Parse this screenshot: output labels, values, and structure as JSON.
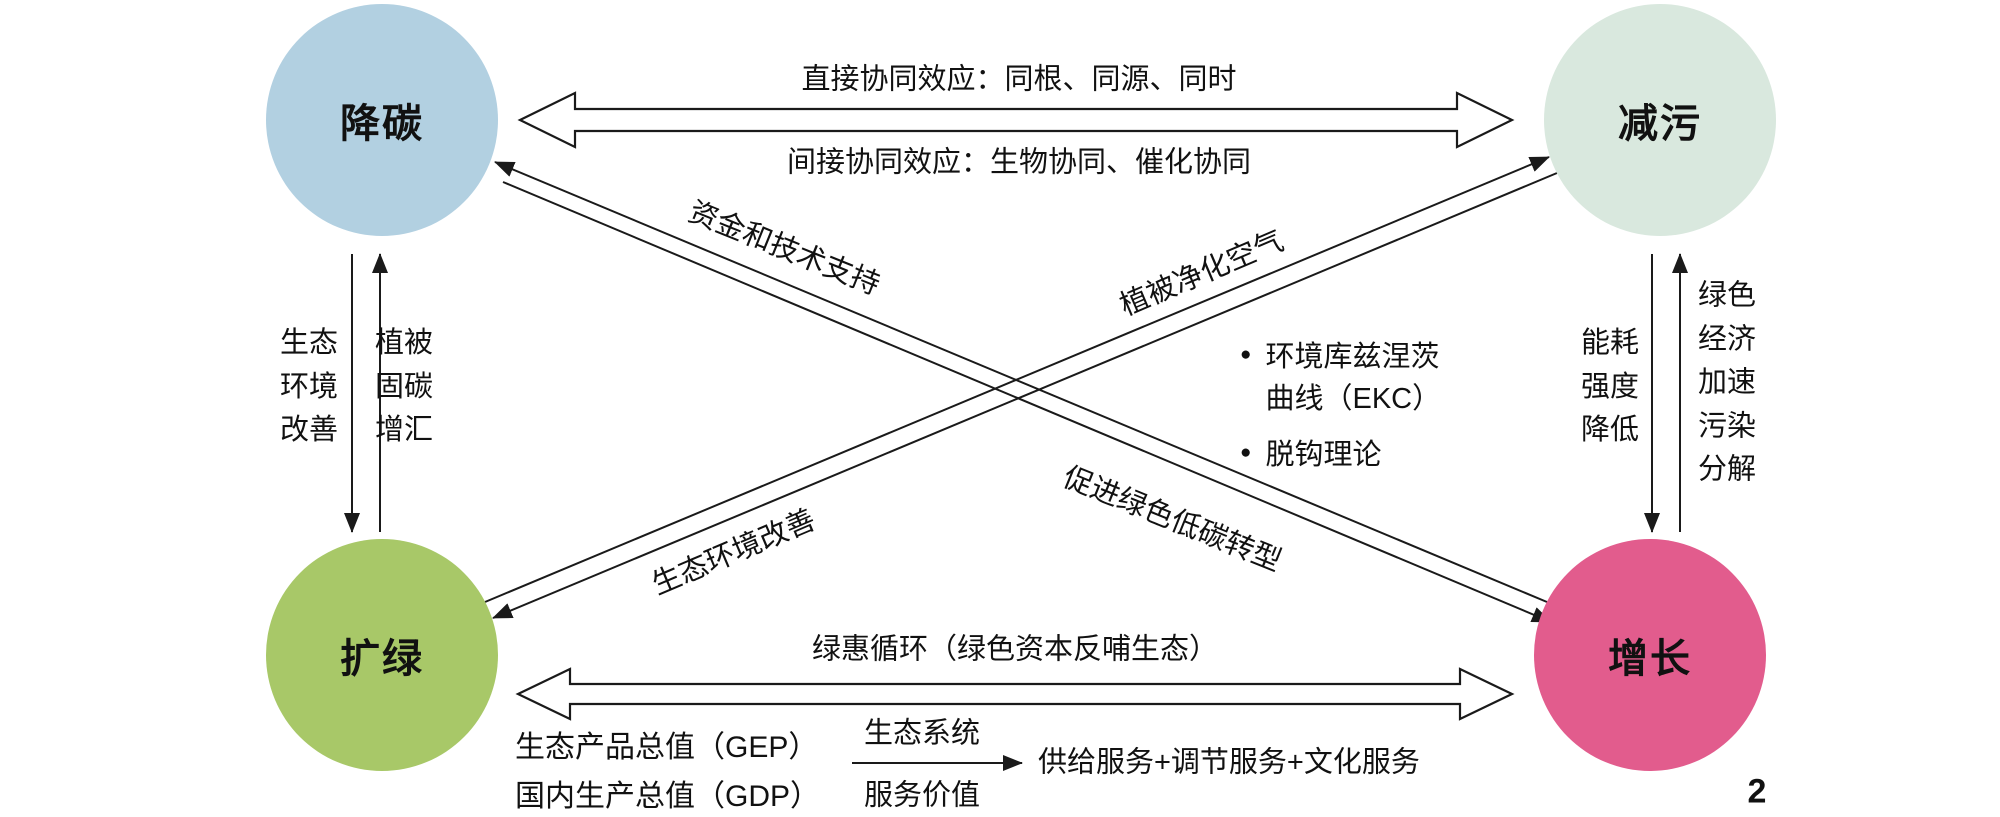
{
  "page_number": "2",
  "nodes": {
    "carbon": {
      "label": "降碳",
      "color": "#b2d0e1"
    },
    "pollution": {
      "label": "减污",
      "color": "#d9e8de"
    },
    "green": {
      "label": "扩绿",
      "color": "#a8c868"
    },
    "growth": {
      "label": "增长",
      "color": "#e25c8d"
    }
  },
  "top_edge": {
    "above": "直接协同效应：同根、同源、同时",
    "below": "间接协同效应：生物协同、催化协同"
  },
  "left_edge": {
    "down": "生态\n环境\n改善",
    "up": "植被\n固碳\n增汇"
  },
  "right_edge": {
    "down": "能耗\n强度\n降低",
    "up": "绿色\n经济\n加速\n污染\n分解"
  },
  "diagonals": {
    "growth_to_carbon": "资金和技术支持",
    "carbon_to_growth": "促进绿色低碳转型",
    "green_to_pollution": "植被净化空气",
    "pollution_to_green": "生态环境改善"
  },
  "theories": [
    "环境库兹涅茨\n曲线（EKC）",
    "脱钩理论"
  ],
  "bottom_edge": {
    "label": "绿惠循环（绿色资本反哺生态）"
  },
  "bottom_notes": {
    "gep": "生态产品总值（GEP）",
    "gdp": "国内生产总值（GDP）",
    "eco_system": "生态系统",
    "service_value": "服务价值",
    "services": "供给服务+调节服务+文化服务"
  }
}
